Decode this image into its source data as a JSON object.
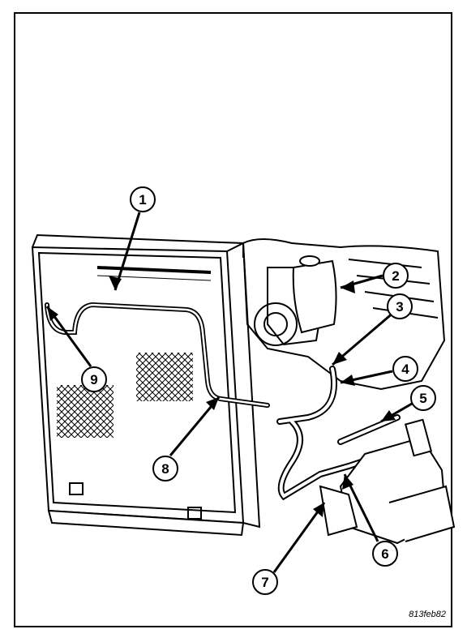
{
  "figure_id": "813feb82",
  "callouts": [
    {
      "label": "1"
    },
    {
      "label": "2"
    },
    {
      "label": "3"
    },
    {
      "label": "4"
    },
    {
      "label": "5"
    },
    {
      "label": "6"
    },
    {
      "label": "7"
    },
    {
      "label": "8"
    },
    {
      "label": "9"
    }
  ],
  "colors": {
    "line": "#000000",
    "background": "#ffffff"
  }
}
